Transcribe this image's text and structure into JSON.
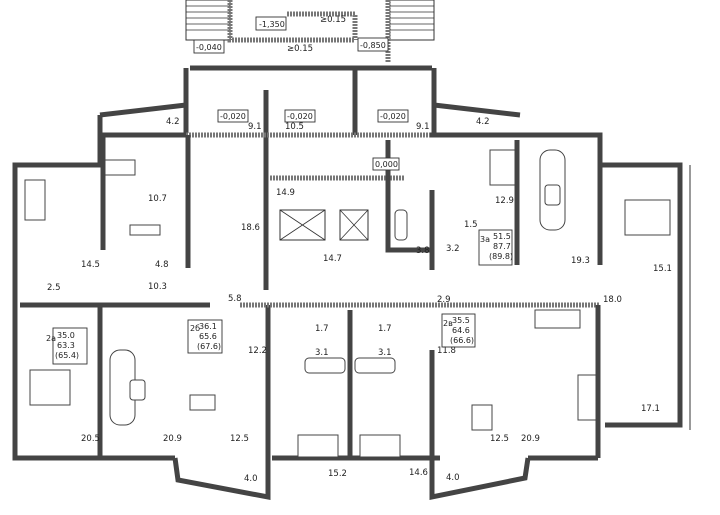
{
  "levels": {
    "top_left": "-1,350",
    "slope_upper": "≥0.15",
    "left_stair": "-0,040",
    "slope_lower": "≥0.15",
    "right_stair": "-0,850",
    "vestibule_left": "-0,020",
    "vestibule_mid": "-0,020",
    "vestibule_right": "-0,020",
    "hall": "0,000"
  },
  "areas": {
    "vest_left": "9.1",
    "vest_mid": "10.5",
    "vest_right": "9.1",
    "balcony_top_left": "4.2",
    "balcony_top_right": "4.2",
    "kitchen_1": "10.7",
    "hall_149": "14.9",
    "corridor_186": "18.6",
    "bedroom_145": "14.5",
    "bath_48": "4.8",
    "lift_hall": "14.7",
    "hall_103": "10.3",
    "closet_25": "2.5",
    "hall_58": "5.8",
    "bath_38": "3.8",
    "wc_32": "3.2",
    "wc_15": "1.5",
    "kitchen_129": "12.9",
    "living_193": "19.3",
    "bedroom_151": "15.1",
    "hall_29": "2.9",
    "hall_180": "18.0",
    "kitchen_122": "12.2",
    "wc_17_left": "1.7",
    "wc_17_right": "1.7",
    "bath_31_left": "3.1",
    "bath_31_right": "3.1",
    "hall_118": "11.8",
    "bedroom_205": "20.5",
    "living_209_left": "20.9",
    "kitchen_125_left": "12.5",
    "bedroom_152": "15.2",
    "bedroom_146": "14.6",
    "kitchen_125_right": "12.5",
    "living_209_right": "20.9",
    "bedroom_171": "17.1",
    "balcony_bottom_left": "4.0",
    "balcony_bottom_right": "4.0"
  },
  "apartments": [
    {
      "id": "2а",
      "living": "35.0",
      "total": "63.3",
      "total_with_balcony": "(65.4)"
    },
    {
      "id": "2б",
      "living": "36.1",
      "total": "65.6",
      "total_with_balcony": "(67.6)"
    },
    {
      "id": "2в",
      "living": "35.5",
      "total": "64.6",
      "total_with_balcony": "(66.6)"
    },
    {
      "id": "3а",
      "living": "51.5",
      "total": "87.7",
      "total_with_balcony": "(89.8)"
    }
  ]
}
